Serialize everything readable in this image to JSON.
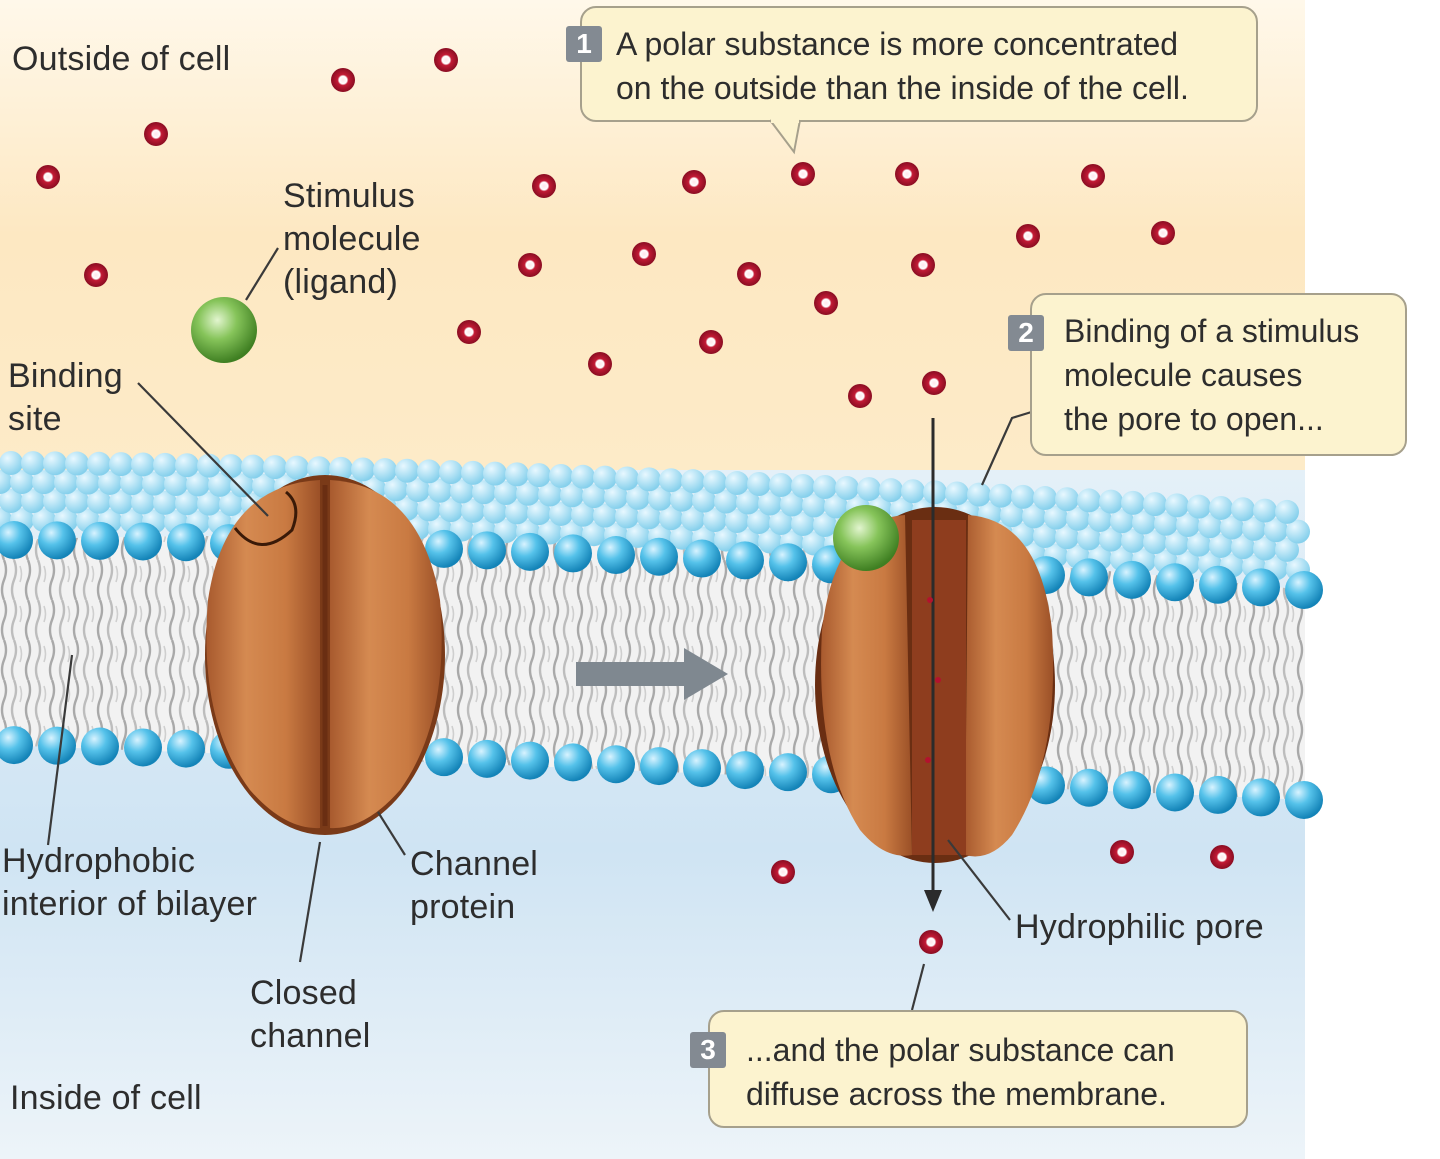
{
  "regions": {
    "outside": "Outside of cell",
    "inside": "Inside of cell"
  },
  "labels": {
    "stimulus": "Stimulus\nmolecule\n(ligand)",
    "binding_site": "Binding\nsite",
    "hydrophobic": "Hydrophobic\ninterior of bilayer",
    "closed_channel": "Closed\nchannel",
    "channel_protein": "Channel\nprotein",
    "hydrophilic_pore": "Hydrophilic pore"
  },
  "steps": [
    {
      "number": "1",
      "text": "A polar substance is more concentrated\non the outside than the inside of the cell."
    },
    {
      "number": "2",
      "text": "Binding of a stimulus\nmolecule causes\nthe pore to open..."
    },
    {
      "number": "3",
      "text": "...and the polar substance can\ndiffuse across the membrane."
    }
  ],
  "colors": {
    "polar_substance": "#b3122e",
    "ligand": "#6aaa3a",
    "phospholipid_head": "#3ab3dd",
    "channel_protein": "#c8743f",
    "process_arrow": "#7f8890"
  }
}
